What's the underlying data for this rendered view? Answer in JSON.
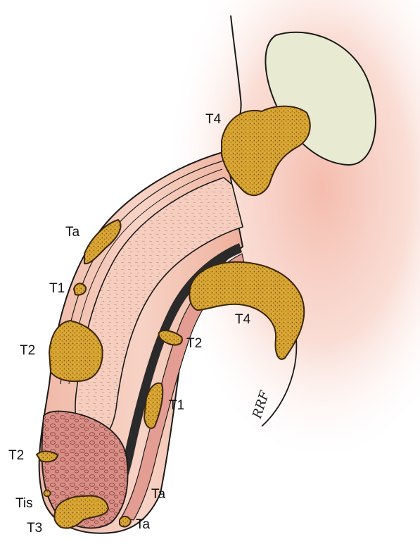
{
  "labels": {
    "t4_upper": "T4",
    "ta_upper": "Ta",
    "t1_left": "T1",
    "t2_left": "T2",
    "t4_lower": "T4",
    "t2_inner": "T2",
    "t1_inner": "T1",
    "t2_glans": "T2",
    "tis": "Tis",
    "t3": "T3",
    "ta_meatus": "Ta",
    "ta_bottom": "Ta"
  },
  "signature": "RRF",
  "colors": {
    "tumor_fill": "#d8a431",
    "tumor_edge": "#5a3d10",
    "shaft_tissue": "#f3c4b4",
    "glans_tissue": "#d88a84",
    "urethra_lumen": "#2a2a2a",
    "bladder_tissue": "#f6cdc2",
    "bone": "#e8ead2",
    "outline": "#1a1a1a"
  }
}
